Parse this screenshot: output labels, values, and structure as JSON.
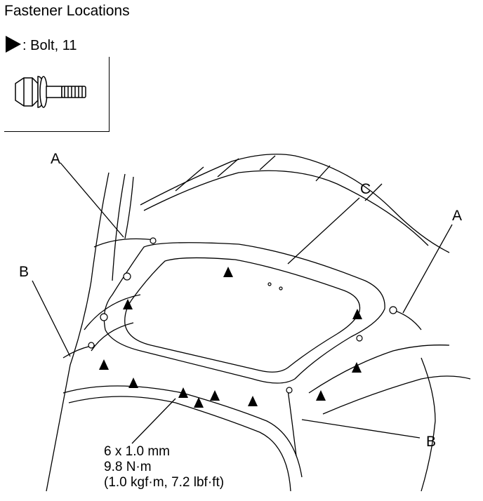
{
  "title": "Fastener Locations",
  "legend": {
    "icon": "black-triangle-icon",
    "label": ": Bolt, 11"
  },
  "callouts": {
    "a_left": "A",
    "a_right": "A",
    "b_left": "B",
    "b_right": "B",
    "c": "C"
  },
  "spec": {
    "size": "6 x 1.0 mm",
    "torque_nm": "9.8 N·m",
    "torque_alt": "(1.0 kgf·m, 7.2 lbf·ft)"
  }
}
